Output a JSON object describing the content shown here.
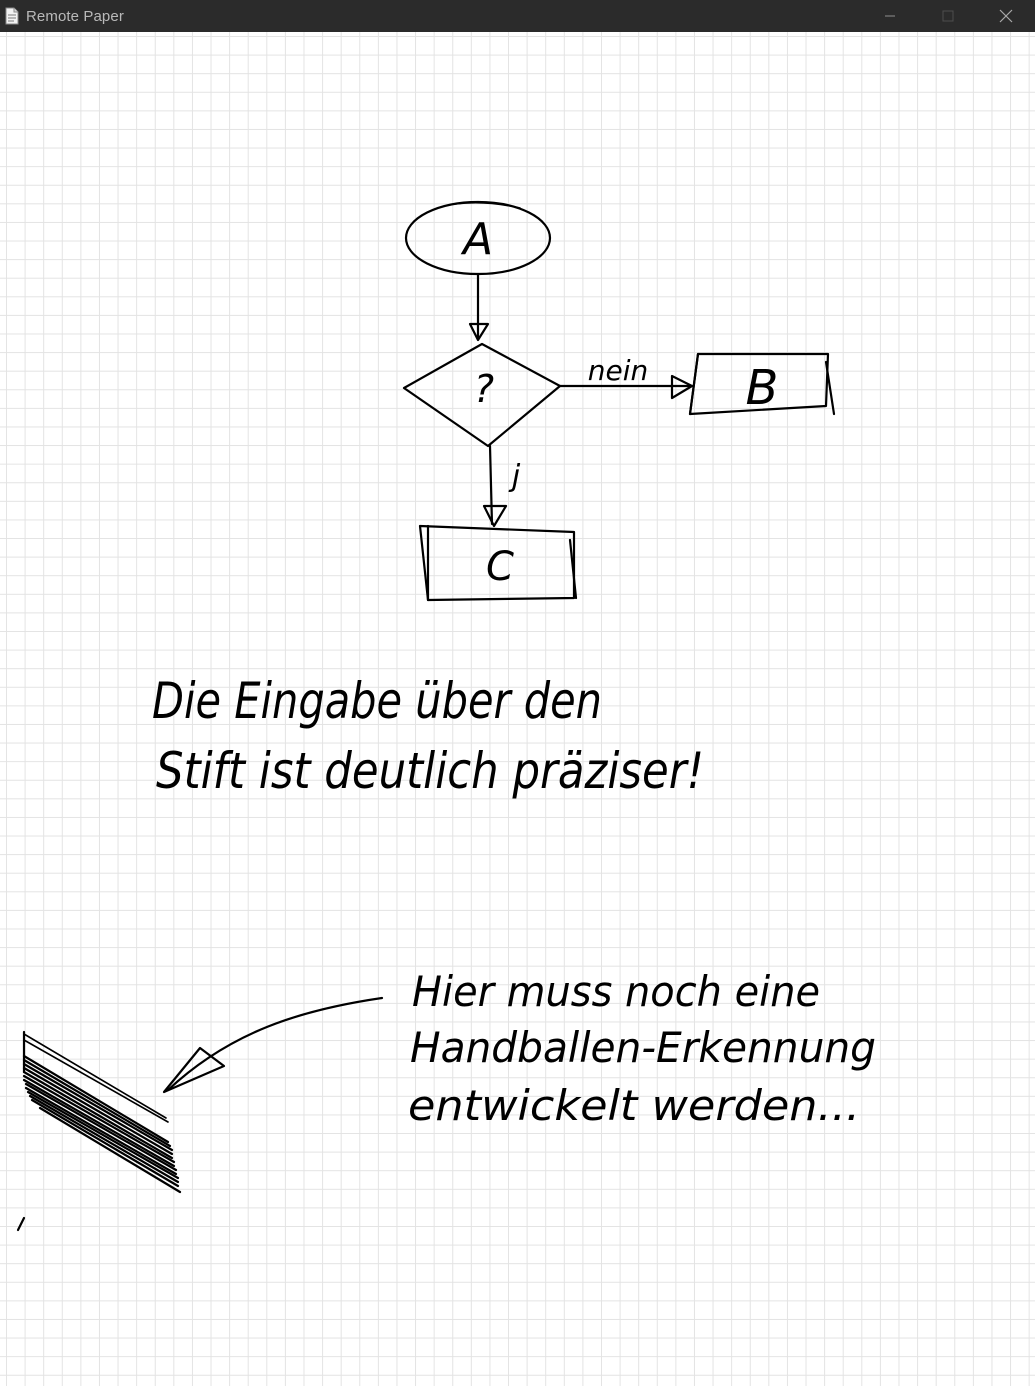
{
  "window": {
    "title": "Remote Paper",
    "app_icon": "document-icon"
  },
  "controls": {
    "minimize_icon": "minimize-icon",
    "maximize_icon": "maximize-icon",
    "close_icon": "close-icon"
  },
  "flowchart": {
    "start": "A",
    "decision": "?",
    "no_label": "nein",
    "yes_label": "j",
    "box_b": "B",
    "box_c": "C"
  },
  "notes": {
    "line1": "Die Eingabe über den",
    "line2": "Stift ist deutlich präziser!",
    "hint_line1": "Hier muss noch eine",
    "hint_line2": "Handballen-Erkennung",
    "hint_line3": "entwickelt werden..."
  },
  "colors": {
    "titlebar": "#2b2b2b",
    "ink": "#000000",
    "grid": "#e3e3e3"
  }
}
